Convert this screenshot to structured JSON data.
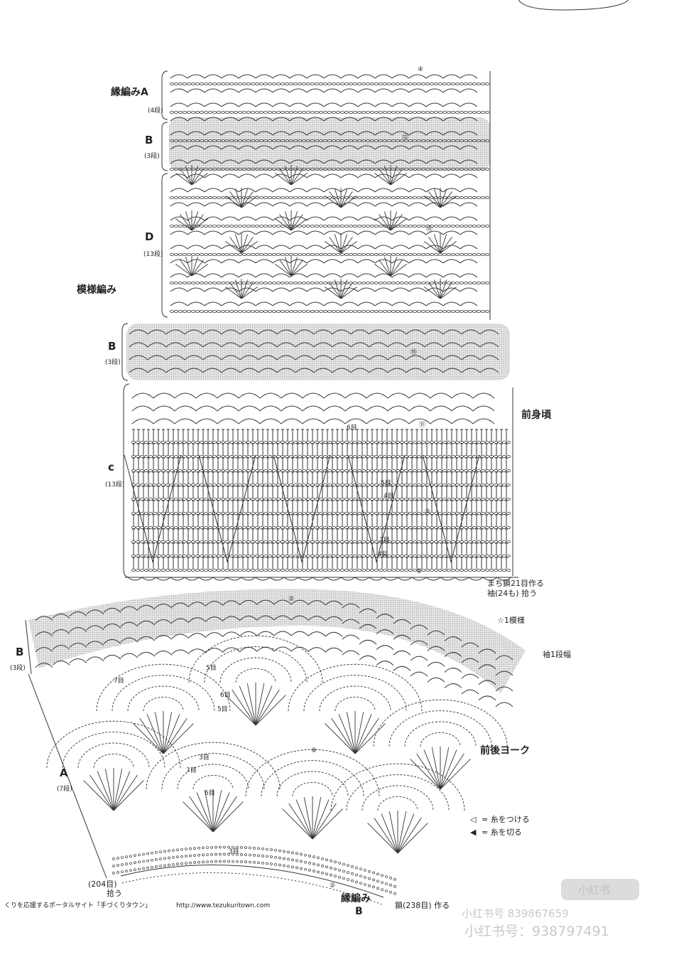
{
  "sections": {
    "edging_a": {
      "label": "縁編みA",
      "rows": "(4段)"
    },
    "b_top": {
      "label": "B",
      "rows": "(3段)"
    },
    "d": {
      "label": "D",
      "rows": "(13段)"
    },
    "pattern": {
      "label": "模様編み"
    },
    "b_mid": {
      "label": "B",
      "rows": "(3段)"
    },
    "c": {
      "label": "c",
      "rows": "(13段)"
    },
    "front_body": {
      "label": "前身頃"
    },
    "b_yoke": {
      "label": "B",
      "rows": "(3段)"
    },
    "a_yoke": {
      "label": "A",
      "rows": "(7段)"
    },
    "yoke": {
      "label": "前後ヨーク"
    },
    "edging_b": {
      "label": "縁編み",
      "sub": "B"
    }
  },
  "notes": {
    "gusset_line1": "まち鎖21目作る",
    "gusset_line2": "袖(24も) 拾う",
    "one_repeat": "☆1模様",
    "sleeve_row": "袖1段幅",
    "pick_up_count": "(204目)",
    "pick_up": "拾う",
    "chain_start": "鎖(238目) 作る"
  },
  "row_markers": [
    "④",
    "⑫",
    "⑮",
    "⑪",
    "⑤",
    "①",
    "②",
    "⑥"
  ],
  "stitch_labels": [
    "6目",
    "5目",
    "4目",
    "3目",
    "4目",
    "7目",
    "5目",
    "6目",
    "5目",
    "3目",
    "7目",
    "6目",
    "3目"
  ],
  "legend": {
    "attach": {
      "symbol": "◁",
      "text": "= 糸をつける"
    },
    "cut": {
      "symbol": "◀",
      "text": "= 糸を切る"
    }
  },
  "footer": {
    "text": "くりを応援するポータルサイト「手づくりタウン」",
    "url": "http://www.tezukuritown.com"
  },
  "watermark": {
    "line1": "小红书号 839867659",
    "line2": "小红书号：938797491",
    "logo": "小红书"
  }
}
